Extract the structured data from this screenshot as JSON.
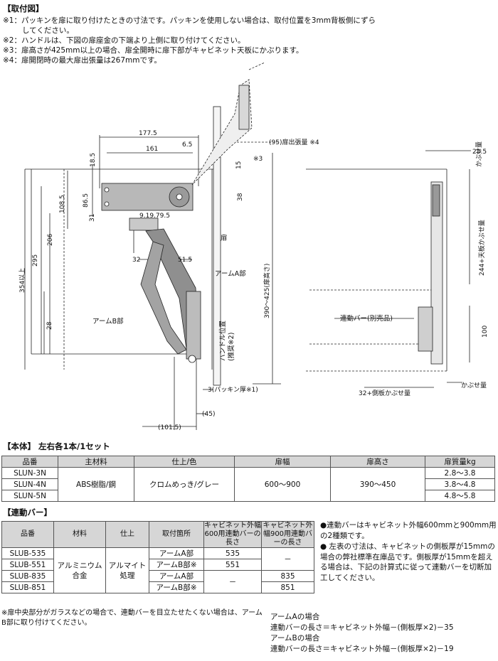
{
  "mount": {
    "title": "【取付図】",
    "notes": [
      "※1：パッキンを扉に取り付けたときの寸法です。パッキンを使用しない場合は、取付位置を3mm背板側にずら",
      "してください。",
      "※2：ハンドルは、下図の扉座金の下端より上側に取り付けてください。",
      "※3：扉高さが425mm以上の場合、扉全開時に扉下部がキャビネット天板にかぶります。",
      "※4：扉開閉時の最大扉出張量は267mmです。"
    ],
    "dims": {
      "d177": "177.5",
      "d161": "161",
      "d65": "6.5",
      "d95": "(95)扉出張量 ※4",
      "note3": "※3",
      "d185": "18.5",
      "d865": "86.5",
      "d1085": "108.5",
      "d31": "31",
      "d38": "38",
      "d15": "15",
      "d919": "9.19.79.5",
      "d206": "206",
      "d295": "295",
      "d354": "354以上",
      "d28": "28",
      "d32": "32",
      "d515": "51.5",
      "d390": "390～425(扉高さ)",
      "d3": "3(パッキン厚※1)",
      "d45": "(45)",
      "d1015": "(101.5)",
      "d235": "23.5",
      "d100": "100",
      "kabuse": "かぶせ量",
      "tenita": "244+天板かぶせ量",
      "sokuita": "32+側板かぶせ量"
    },
    "labels": {
      "door": "扉",
      "armA": "アームA部",
      "armB": "アームB部",
      "handle": "ハンドル位置",
      "handle_rec": "(推奨※2)",
      "link_bar": "連動バー(別売品)"
    }
  },
  "body_table": {
    "title": "【本体】 左右各1本/1セット",
    "headers": [
      "品番",
      "主材料",
      "仕上/色",
      "扉幅",
      "扉高さ",
      "扉質量kg"
    ],
    "rows": [
      {
        "code": "SLUN-3N",
        "weight": "2.8～3.8"
      },
      {
        "code": "SLUN-4N",
        "weight": "3.8～4.8"
      },
      {
        "code": "SLUN-5N",
        "weight": "4.8～5.8"
      }
    ],
    "material": "ABS樹脂/鋼",
    "finish": "クロムめっき/グレー",
    "door_width": "600～900",
    "door_height": "390～450"
  },
  "link_table": {
    "title": "【連動バー】",
    "headers": [
      "品番",
      "材料",
      "仕上",
      "取付箇所",
      "キャビネット外幅600用連動バーの長さ",
      "キャビネット外幅900用連動バーの長さ"
    ],
    "rows": [
      {
        "code": "SLUB-535",
        "place": "アームA部",
        "l600": "535"
      },
      {
        "code": "SLUB-551",
        "place": "アームB部※",
        "l600": "551"
      },
      {
        "code": "SLUB-835",
        "place": "アームA部",
        "l900": "835"
      },
      {
        "code": "SLUB-851",
        "place": "アームB部※",
        "l900": "851"
      }
    ],
    "material": "アルミニウム合金",
    "finish": "アルマイト処理",
    "dash": "－",
    "footnote": "※扉中央部分がガラスなどの場合で、連動バーを目立たせたくない場合は、アームB部に取り付けてください。"
  },
  "bullets": [
    "●連動バーはキャビネット外幅600mmと900mm用の2種類です。",
    "● 左表の寸法は、キャビネットの側板厚が15mmの場合の弊社標準在庫品です。側板厚が15mmを超える場合は、下記の計算式に従って連動バーを切断加工してください。"
  ],
  "formulas": [
    "アームAの場合",
    "連動バーの長さ＝キャビネット外幅－(側板厚×2)－35",
    "アームBの場合",
    "連動バーの長さ＝キャビネット外幅－(側板厚×2)－19"
  ]
}
